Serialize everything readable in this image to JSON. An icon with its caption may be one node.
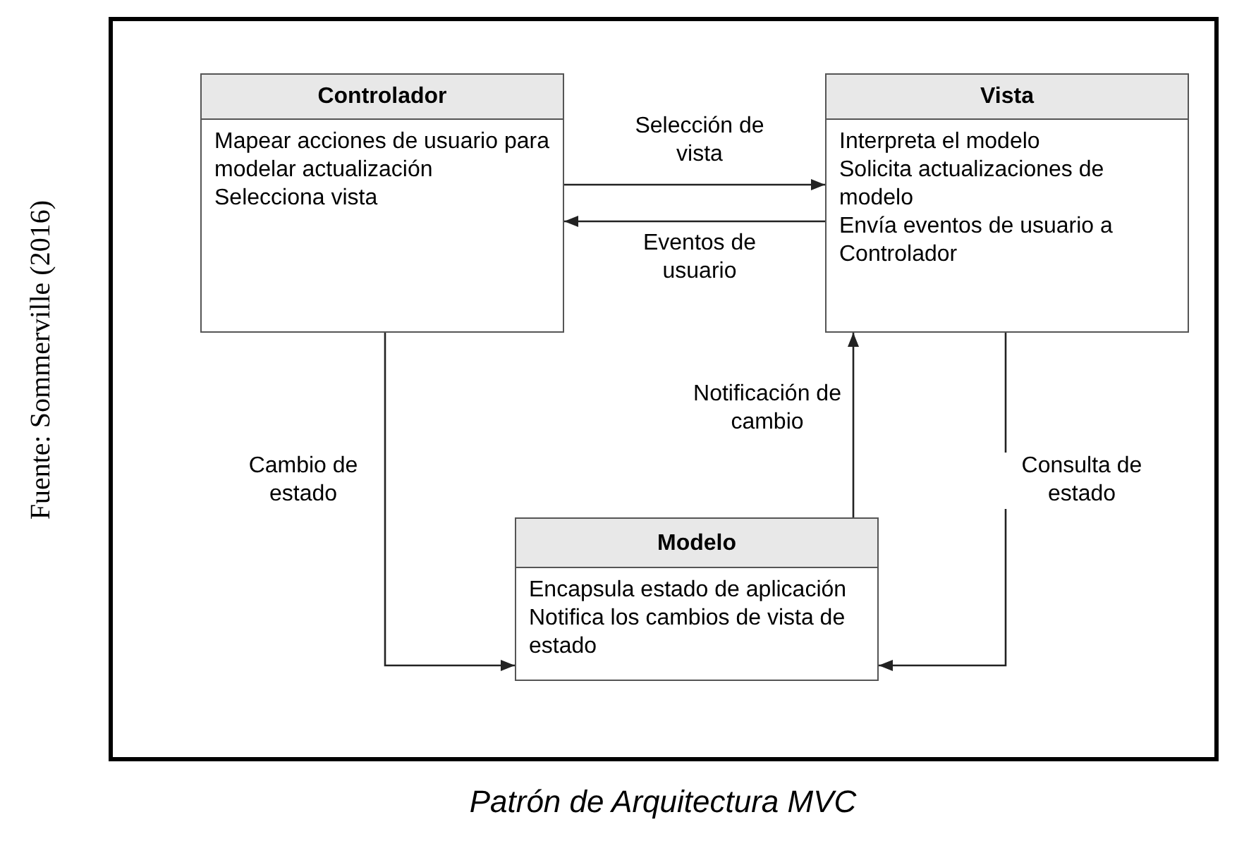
{
  "diagram": {
    "caption": "Patrón de Arquitectura MVC",
    "nodes": [
      {
        "text": [
          "Controlador",
          "Mapear acciones de usuario para modelar actualización",
          "Selecciona vista"
        ]
      },
      {
        "text": [
          "Vista",
          "Interpreta el modelo",
          "Solicita actualizaciones de modelo",
          "Envía eventos de usuario a Controlador"
        ]
      },
      {
        "text": [
          "Modelo",
          "Encapsula estado de aplicación",
          "Notifica los cambios de vista de estado"
        ]
      }
    ],
    "edges": [
      {
        "from": 0,
        "to": 1,
        "arrow": "to",
        "label": "Selección de vista"
      },
      {
        "from": 1,
        "to": 0,
        "arrow": "to",
        "label": "Eventos de usuario"
      },
      {
        "from": 0,
        "to": 2,
        "arrow": "to",
        "label": "Cambio de estado"
      },
      {
        "from": 2,
        "to": 1,
        "arrow": "to",
        "label": "Notificación de cambio"
      },
      {
        "from": 1,
        "to": 2,
        "arrow": "to",
        "label": "Consulta de estado"
      }
    ],
    "labels": [
      "Fuente: Sommerville (2016)"
    ]
  }
}
